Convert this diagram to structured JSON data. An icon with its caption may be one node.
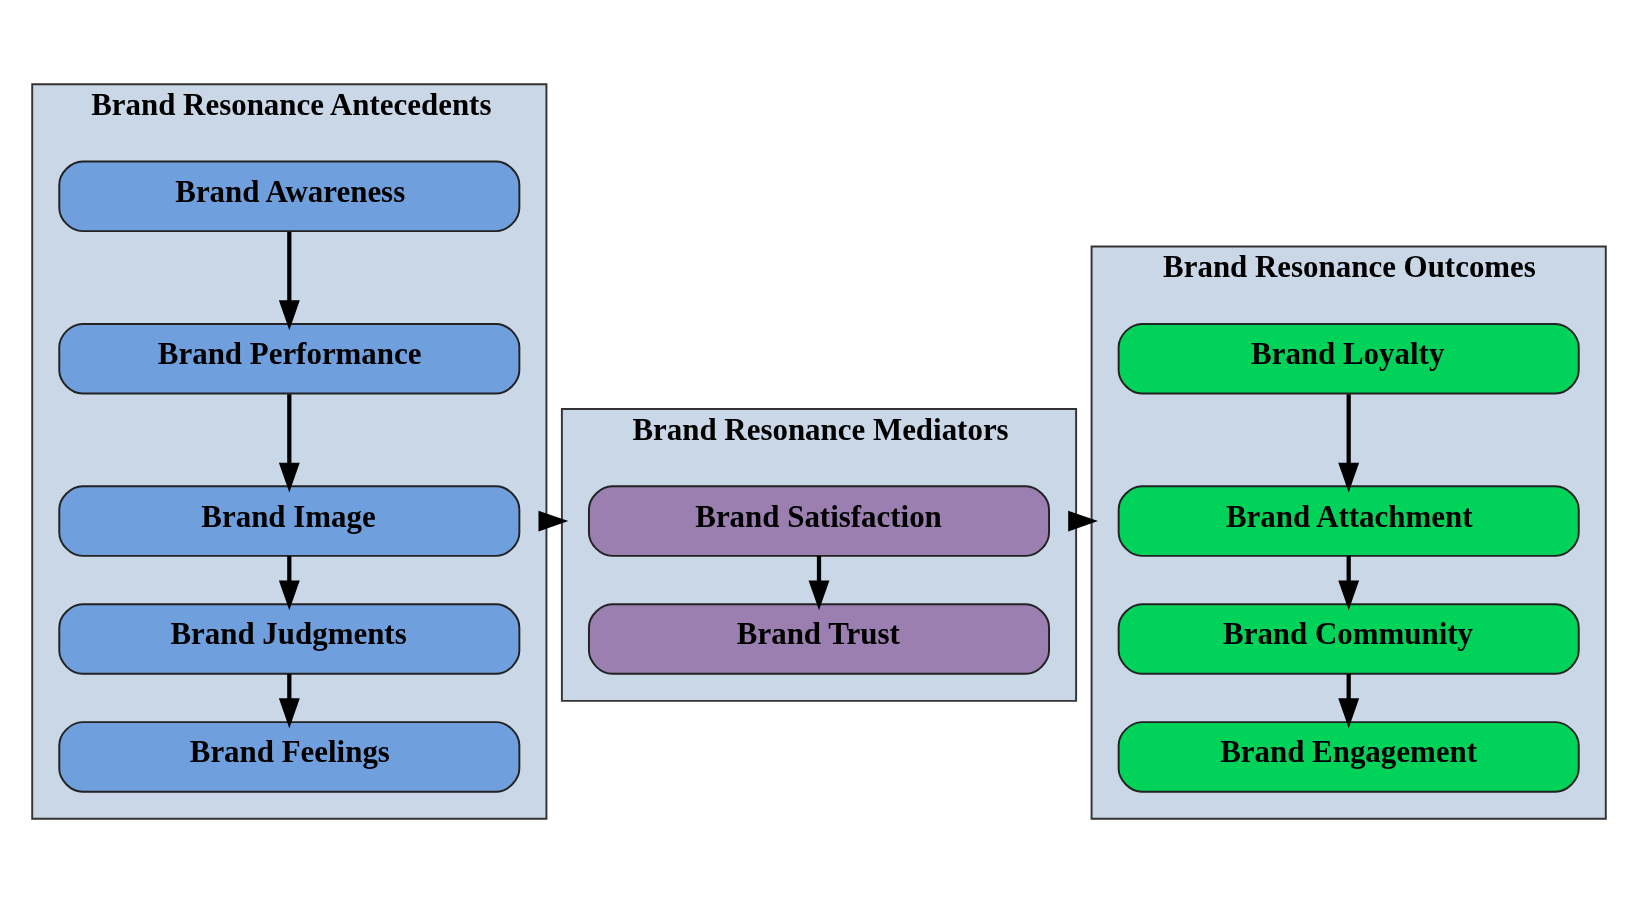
{
  "diagram": {
    "nodes": [
      {
        "text": [
          "Brand Resonance Antecedents"
        ]
      },
      {
        "text": [
          "Brand Awareness"
        ],
        "in": 0
      },
      {
        "text": [
          "Brand Performance"
        ],
        "in": 0
      },
      {
        "text": [
          "Brand Image"
        ],
        "in": 0
      },
      {
        "text": [
          "Brand Judgments"
        ],
        "in": 0
      },
      {
        "text": [
          "Brand Feelings"
        ],
        "in": 0
      },
      {
        "text": [
          "Brand Resonance Mediators"
        ]
      },
      {
        "text": [
          "Brand Satisfaction"
        ],
        "in": 6
      },
      {
        "text": [
          "Brand Trust"
        ],
        "in": 6
      },
      {
        "text": [
          "Brand Resonance Outcomes"
        ]
      },
      {
        "text": [
          "Brand Loyalty"
        ],
        "in": 9
      },
      {
        "text": [
          "Brand Attachment"
        ],
        "in": 9
      },
      {
        "text": [
          "Brand Community"
        ],
        "in": 9
      },
      {
        "text": [
          "Brand Engagement"
        ],
        "in": 9
      }
    ],
    "edges": [
      {
        "from": 1,
        "to": 2,
        "arrow": "to"
      },
      {
        "from": 2,
        "to": 3,
        "arrow": "to"
      },
      {
        "from": 3,
        "to": 4,
        "arrow": "to"
      },
      {
        "from": 4,
        "to": 5,
        "arrow": "to"
      },
      {
        "from": 0,
        "to": 6,
        "arrow": "to"
      },
      {
        "from": 7,
        "to": 8,
        "arrow": "to"
      },
      {
        "from": 6,
        "to": 9,
        "arrow": "to"
      },
      {
        "from": 10,
        "to": 11,
        "arrow": "to"
      },
      {
        "from": 11,
        "to": 12,
        "arrow": "to"
      },
      {
        "from": 12,
        "to": 13,
        "arrow": "to"
      }
    ]
  }
}
